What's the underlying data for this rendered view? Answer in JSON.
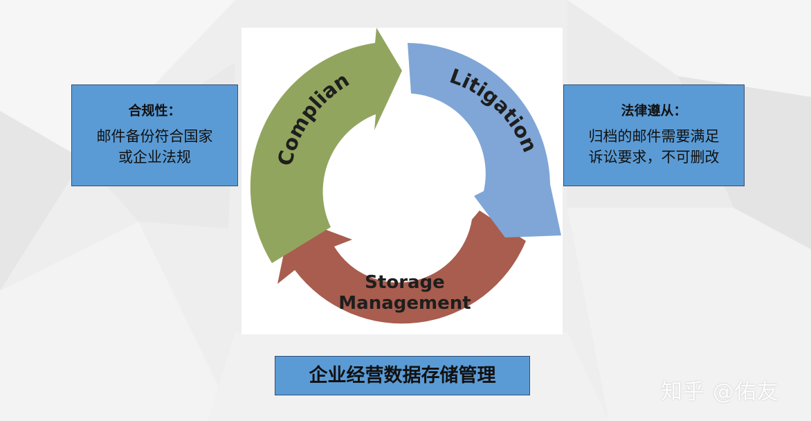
{
  "left_box": {
    "title": "合规性：",
    "line1": "邮件备份符合国家",
    "line2": "或企业法规"
  },
  "right_box": {
    "title": "法律遵从：",
    "line1": "归档的邮件需要满足",
    "line2": "诉讼要求，不可删改"
  },
  "cycle": {
    "compliance": "Compliance",
    "litigation": "Litigation",
    "storage_line1": "Storage",
    "storage_line2": "Management",
    "colors": {
      "compliance": "#92a55e",
      "litigation": "#7fa6d6",
      "storage": "#a85d4e"
    }
  },
  "caption": "企业经营数据存储管理",
  "watermark": "知乎 @佑友"
}
